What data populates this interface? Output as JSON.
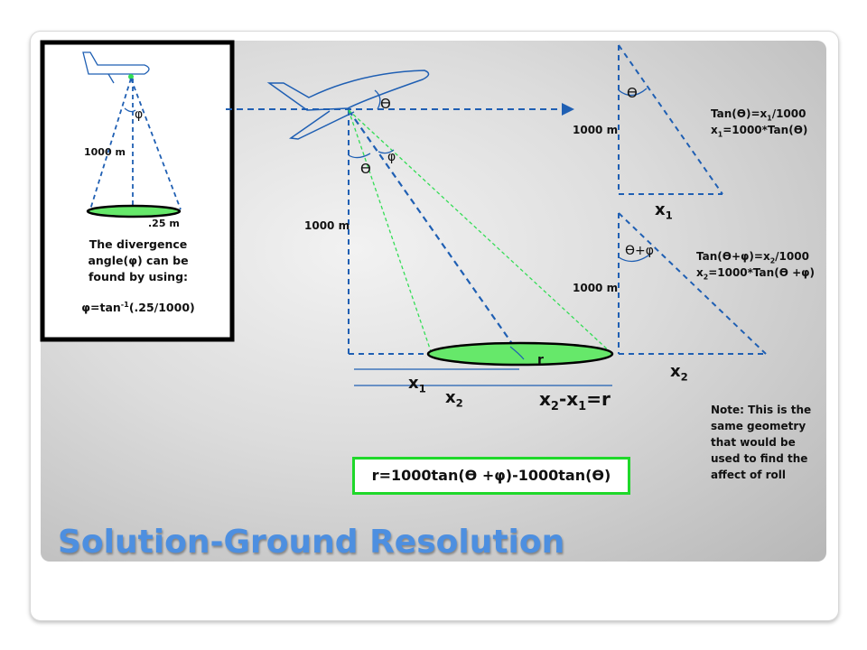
{
  "slide": {
    "title": "Solution-Ground Resolution"
  },
  "inset": {
    "altitude_label": "1000 m",
    "phi_label": "φ",
    "diameter_label": ".25 m",
    "caption_line1": "The divergence",
    "caption_line2": "angle(φ) can be",
    "caption_line3": "found by using:",
    "formula_prefix": "φ=tan",
    "formula_exp": "-1",
    "formula_suffix": "(.25/1000)"
  },
  "main": {
    "theta_top": "Ɵ",
    "theta_mid": "Ɵ",
    "phi_mid": "φ",
    "altitude_label": "1000 m",
    "r_label": "r",
    "x1_base": "x",
    "x1_sub": "1",
    "x2_base": "x",
    "x2_sub": "2",
    "diff_part1": "x",
    "diff_sub1": "2",
    "diff_part2": "-x",
    "diff_sub2": "1",
    "diff_part3": "=r"
  },
  "triangle1": {
    "theta": "Ɵ",
    "height_label": "1000 m",
    "base_x": "x",
    "base_sub": "1",
    "eq1_a": "Tan(",
    "eq1_theta": "Ɵ",
    "eq1_b": ")=x",
    "eq1_sub": "1",
    "eq1_c": "/1000",
    "eq2_a": "x",
    "eq2_sub": "1",
    "eq2_b": "=1000*Tan(",
    "eq2_theta": "Ɵ",
    "eq2_c": ")"
  },
  "triangle2": {
    "angle": "Ɵ+φ",
    "height_label": "1000 m",
    "base_x": "x",
    "base_sub": "2",
    "eq1_a": "Tan(",
    "eq1_theta": "Ɵ",
    "eq1_b": "+φ)=x",
    "eq1_sub": "2",
    "eq1_c": "/1000",
    "eq2_a": "x",
    "eq2_sub": "2",
    "eq2_b": "=1000*Tan(",
    "eq2_theta": "Ɵ",
    "eq2_c": " +φ)"
  },
  "note": "Note: This is the same geometry that would be used to find the affect of roll",
  "result_formula": {
    "a": "r=1000tan(",
    "theta1": "Ɵ",
    "b": " +φ)-1000tan(",
    "theta2": "Ɵ",
    "c": ")"
  },
  "colors": {
    "dash_blue": "#1f5fb3",
    "light_green": "#33dd55",
    "ellipse_fill": "#66e86a",
    "title_blue": "#4d8fe0",
    "box_green": "#1fd82a"
  }
}
